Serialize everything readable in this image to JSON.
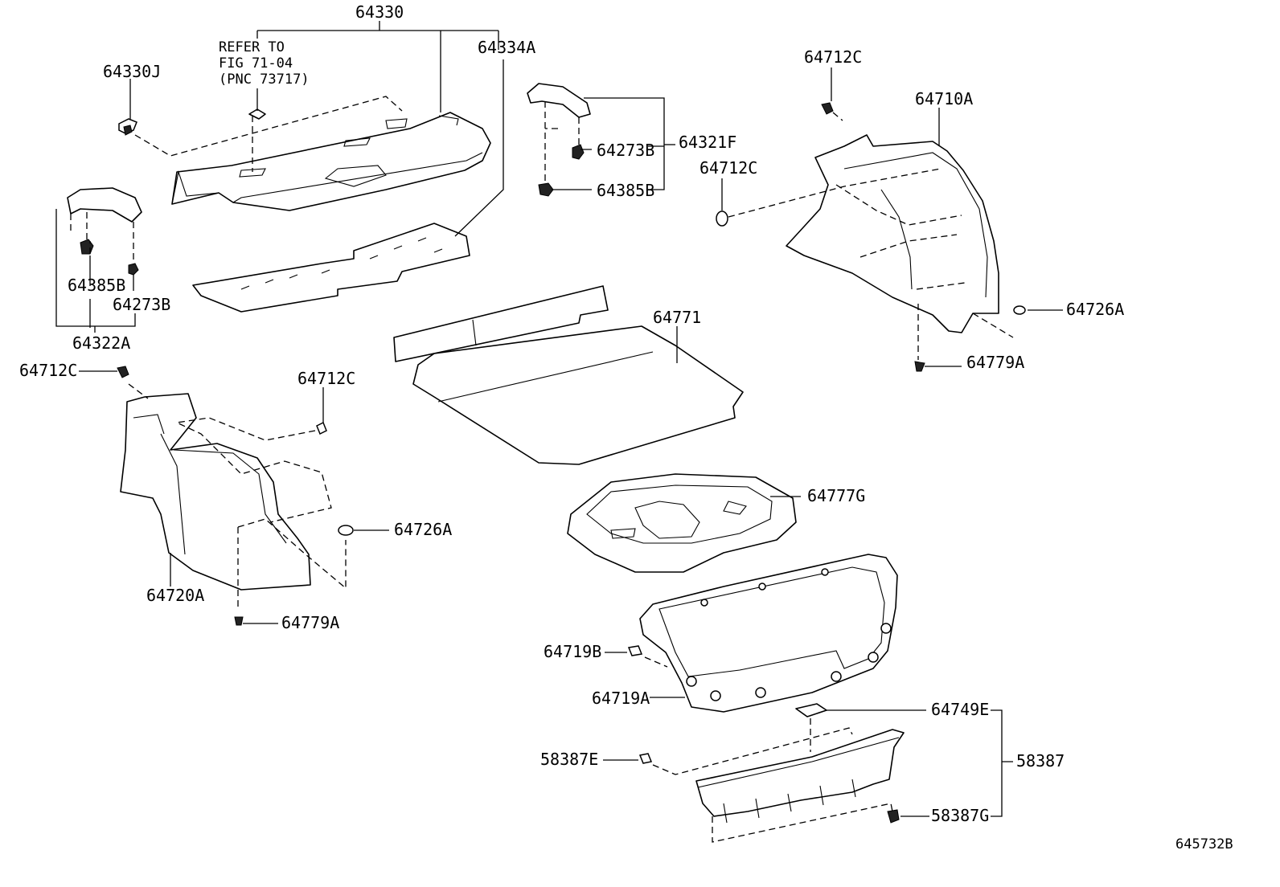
{
  "diagram": {
    "labels": {
      "p64330": "64330",
      "p64334A": "64334A",
      "p64330J": "64330J",
      "refer_line1": "REFER TO",
      "refer_line2": "FIG 71-04",
      "refer_line3": "(PNC 73717)",
      "p64712C_top": "64712C",
      "p64710A": "64710A",
      "p64273B_center": "64273B",
      "p64321F": "64321F",
      "p64712C_mid": "64712C",
      "p64385B_center": "64385B",
      "p64385B_left": "64385B",
      "p64273B_left": "64273B",
      "p64322A": "64322A",
      "p64726A_right": "64726A",
      "p64771": "64771",
      "p64779A_right": "64779A",
      "p64712C_left": "64712C",
      "p64712C_left2": "64712C",
      "p64777G": "64777G",
      "p64726A_left": "64726A",
      "p64720A": "64720A",
      "p64779A_left": "64779A",
      "p64719B": "64719B",
      "p64719A": "64719A",
      "p64749E": "64749E",
      "p58387E": "58387E",
      "p58387": "58387",
      "p58387G": "58387G"
    },
    "figure_code": "645732B"
  }
}
